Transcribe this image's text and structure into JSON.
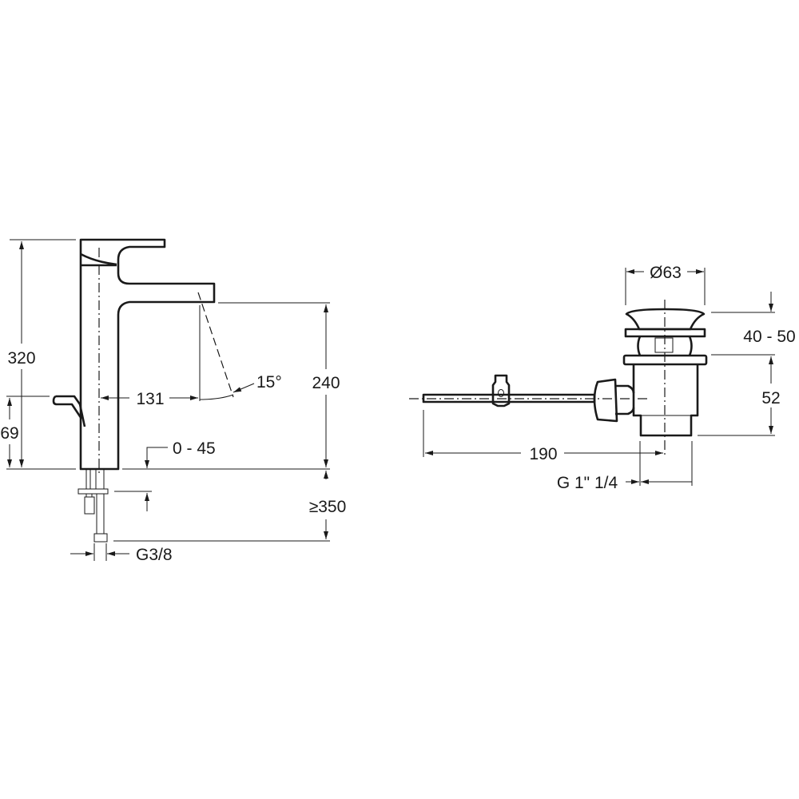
{
  "faucet": {
    "dim_total_height": "320",
    "dim_popup_height": "69",
    "dim_spout_reach": "131",
    "dim_swivel_angle": "15°",
    "dim_spout_height": "240",
    "dim_deck_thickness": "0 - 45",
    "dim_hose_length": "≥350",
    "dim_connection": "G3/8"
  },
  "drain": {
    "dim_diameter": "Ø63",
    "dim_cap_height": "40 - 50",
    "dim_body_height": "52",
    "dim_rod_length": "190",
    "dim_thread": "G 1\" 1/4"
  }
}
